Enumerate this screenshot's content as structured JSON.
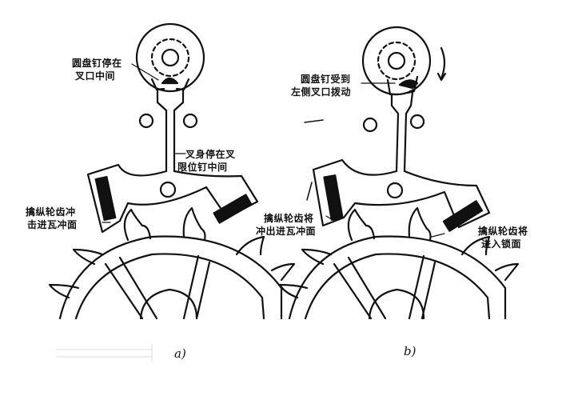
{
  "figure_a": {
    "caption": "a)",
    "label_roller_top": "圆盘钉停在",
    "label_roller_bottom": "叉口中间",
    "label_fork_top": "叉身停在叉",
    "label_fork_bottom": "限位钉中间",
    "label_tooth_top": "擒纵轮齿冲",
    "label_tooth_bottom": "击进瓦冲面"
  },
  "figure_b": {
    "caption": "b)",
    "label_roller_top": "圆盘钉受到",
    "label_roller_bottom": "左侧叉口拨动",
    "label_exit_top": "擒纵轮齿将",
    "label_exit_bottom": "冲出进瓦冲面",
    "label_lock_top": "擒纵轮齿将",
    "label_lock_bottom": "进入锁面"
  },
  "colors": {
    "ink": "#111111",
    "paper": "#ffffff"
  }
}
